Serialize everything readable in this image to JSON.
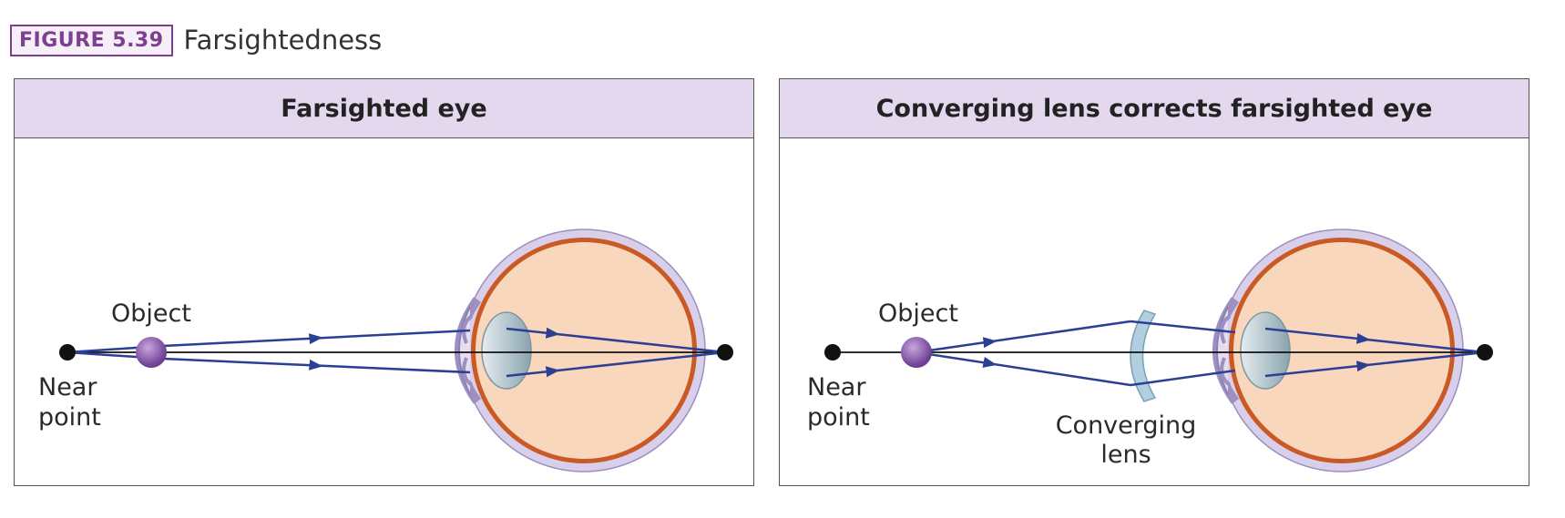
{
  "figure": {
    "number": "FIGURE 5.39",
    "title": "Farsightedness"
  },
  "panels": [
    {
      "heading": "Farsighted eye",
      "labels": {
        "object": "Object",
        "near_line1": "Near",
        "near_line2": "point"
      }
    },
    {
      "heading": "Converging lens corrects farsighted eye",
      "labels": {
        "object": "Object",
        "near_line1": "Near",
        "near_line2": "point",
        "lens_line1": "Converging",
        "lens_line2": "lens"
      }
    }
  ],
  "colors": {
    "ray": "#2b3f93",
    "object": "#8a5cab",
    "eyeball": "#f8d7bd",
    "sclera": "#d9cfea",
    "retina": "#c95a25",
    "lens": "#b2c3cc",
    "header_bg": "#e4d8ee",
    "badge": "#7d3f8f"
  }
}
